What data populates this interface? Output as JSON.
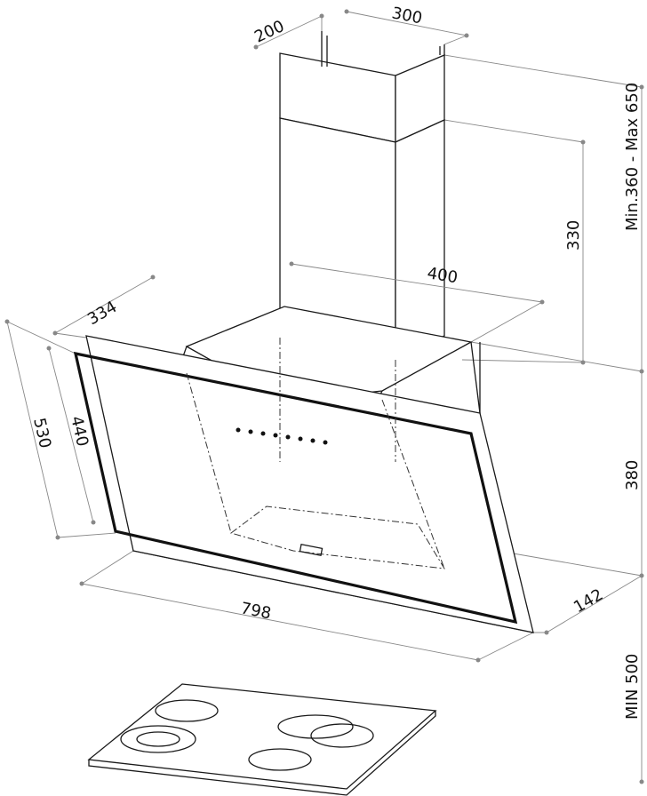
{
  "title": "Cooker hood dimension drawing",
  "dimensions": {
    "chimney_depth": "200",
    "chimney_width": "300",
    "upper_chimney_height": "330",
    "chimney_total": "Min.360 - Max 650",
    "hood_depth_top": "334",
    "plate_width": "400",
    "glass_outer_height": "530",
    "glass_inner_height": "440",
    "hood_height": "380",
    "hood_bottom_depth": "142",
    "hood_width": "798",
    "min_cooktop_distance": "MIN 500"
  }
}
